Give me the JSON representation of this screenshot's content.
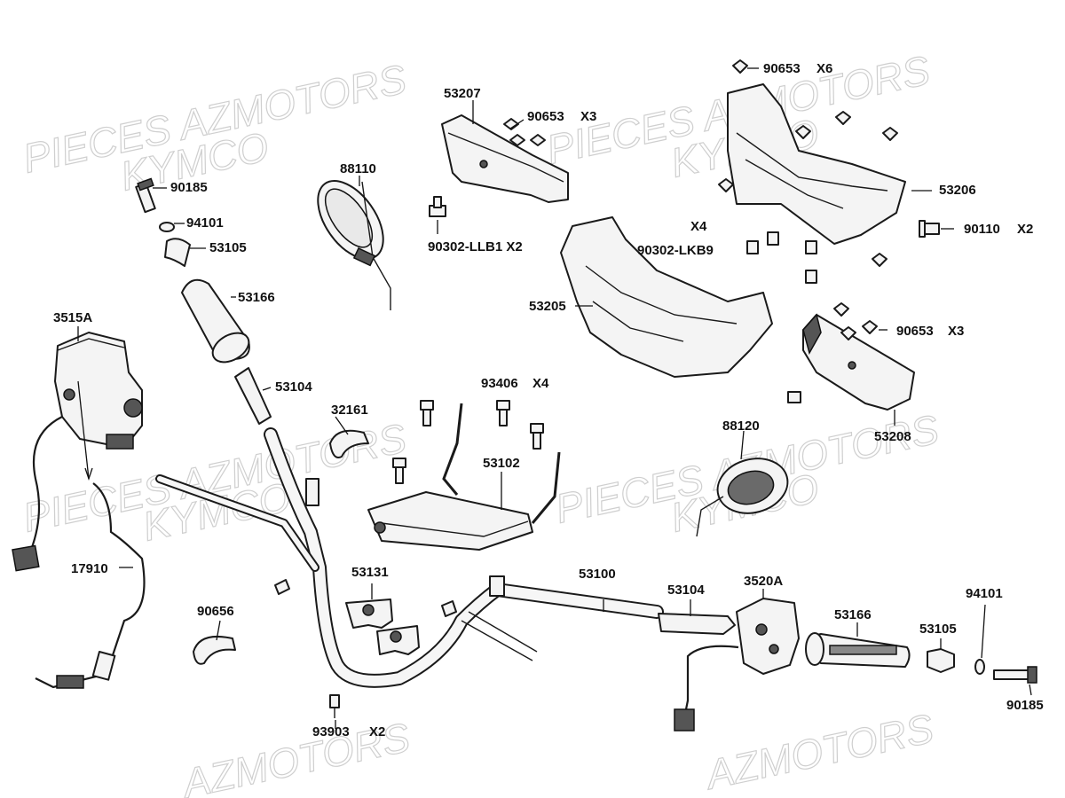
{
  "watermarks": {
    "w1": "PIECES AZMOTORS",
    "w2": "KYMCO",
    "w3": "PIECES AZMOTORS",
    "w4": "KYMCO",
    "w5": "PIECES AZMOTORS",
    "w6": "KYMCO",
    "w7": "PIECES AZMOTORS",
    "w8": "KYMCO",
    "w9": "AZMOTORS",
    "w10": "AZMOTORS"
  },
  "labels": {
    "l90653a": "90653",
    "l90653a_qty": "X6",
    "l53207": "53207",
    "l90653b": "90653",
    "l90653b_qty": "X3",
    "l88110": "88110",
    "l90185a": "90185",
    "l94101a": "94101",
    "l53105a": "53105",
    "l53166a": "53166",
    "l3515A": "3515A",
    "l53104a": "53104",
    "l32161": "32161",
    "l93406": "93406",
    "l93406_qty": "X4",
    "l90302llb1": "90302-LLB1 X2",
    "lx4": "X4",
    "l90302lkb9": "90302-LKB9",
    "l53206": "53206",
    "l90110": "90110",
    "l90110_qty": "X2",
    "l53205": "53205",
    "l90653c": "90653",
    "l90653c_qty": "X3",
    "l53208": "53208",
    "l53102": "53102",
    "l88120": "88120",
    "l17910": "17910",
    "l53131": "53131",
    "l90656": "90656",
    "l53100": "53100",
    "l53104b": "53104",
    "l3520A": "3520A",
    "l53166b": "53166",
    "l53105b": "53105",
    "l94101b": "94101",
    "l90185b": "90185",
    "l93903": "93903",
    "l93903_qty": "X2"
  }
}
